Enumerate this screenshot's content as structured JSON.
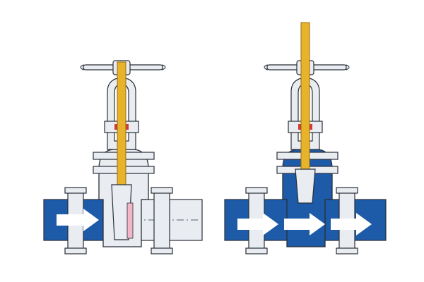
{
  "diagram": {
    "panels": [
      {
        "state": "closed",
        "flow_arrows": 1
      },
      {
        "state": "open",
        "flow_arrows": 3
      }
    ],
    "colors": {
      "background": "#ffffff",
      "body_fill": "#e9edf2",
      "body_stroke": "#2a2f38",
      "fluid_blue": "#1d5aa8",
      "stem_gold": "#e7b32a",
      "stem_stroke": "#9a6a12",
      "seat_pink": "#f1b6c8",
      "packing_red": "#d23a3a",
      "arrow_fill": "#ffffff"
    }
  }
}
